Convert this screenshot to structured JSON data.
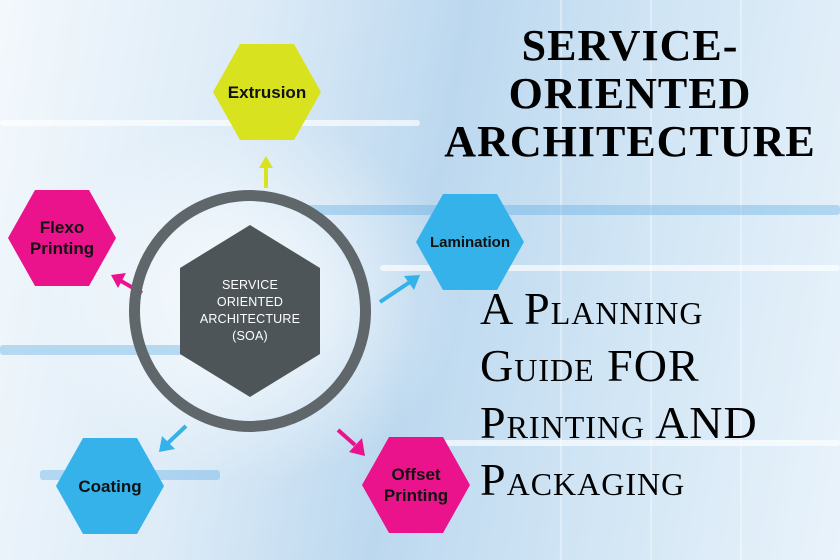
{
  "diagram": {
    "center_label": "SERVICE ORIENTED ARCHITECTURE (SOA)",
    "nodes": {
      "extrusion": "Extrusion",
      "lamination": "Lamination",
      "flexo_line1": "Flexo",
      "flexo_line2": "Printing",
      "coating": "Coating",
      "offset_line1": "Offset",
      "offset_line2": "Printing"
    },
    "colors": {
      "yellow": "#d9e21f",
      "blue": "#35b2ea",
      "pink": "#ea138c",
      "center": "#4e5559",
      "ring": "#5f676b"
    }
  },
  "title": {
    "line1": "SERVICE-",
    "line2": "ORIENTED",
    "line3": "ARCHITECTURE"
  },
  "subtitle": {
    "line1": "A Planning",
    "line2": "Guide FOR",
    "line3": "Printing AND",
    "line4": "Packaging"
  }
}
